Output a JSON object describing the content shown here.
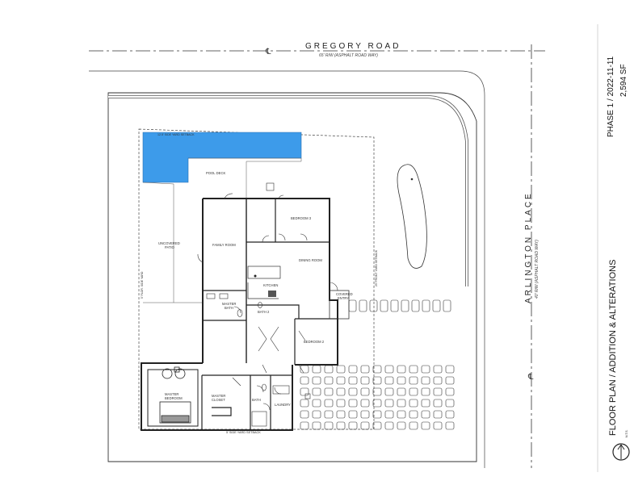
{
  "roads": {
    "north_name": "GREGORY ROAD",
    "north_sub": "65' R/W  (ASPHALT ROAD WAY)",
    "east_name": "ARLINGTON PLACE",
    "east_sub": "40' R/W  (ASPHALT ROAD WAY)",
    "centerline_symbol": "℄"
  },
  "setbacks": {
    "north": "12.5' SIDE YARD SETBACK",
    "south": "5' SIDE YARD SETBACK",
    "west": "5' FLOR. SIDE YARD",
    "east": "25' FRONT YARD SETBACK"
  },
  "rooms": {
    "pool_deck": "POOL DECK",
    "uncovered_patio": "UNCOVERED\nPATIO",
    "family_room": "FAMILY ROOM",
    "bedroom3": "BEDROOM 3",
    "dining_room": "DINING ROOM",
    "kitchen": "KITCHEN",
    "master_bath": "MASTER\nBATH",
    "bath2": "BATH 2",
    "covered_entry": "COVERED\nENTRY",
    "bedroom2": "BEDROOM 2",
    "master_bedroom": "MASTER\nBEDROOM",
    "master_closet": "MASTER\nCLOSET",
    "bath": "BATH",
    "laundry": "LAUNDRY"
  },
  "title_block": {
    "sheet_title": "FLOOR PLAN / ADDITION & ALTERATIONS",
    "phase": "PHASE 1 / 2022-11-11",
    "area": "2,594 SF",
    "scale_note": "N.T.S."
  },
  "colors": {
    "pool": "#3d9bea",
    "line": "#222222"
  }
}
